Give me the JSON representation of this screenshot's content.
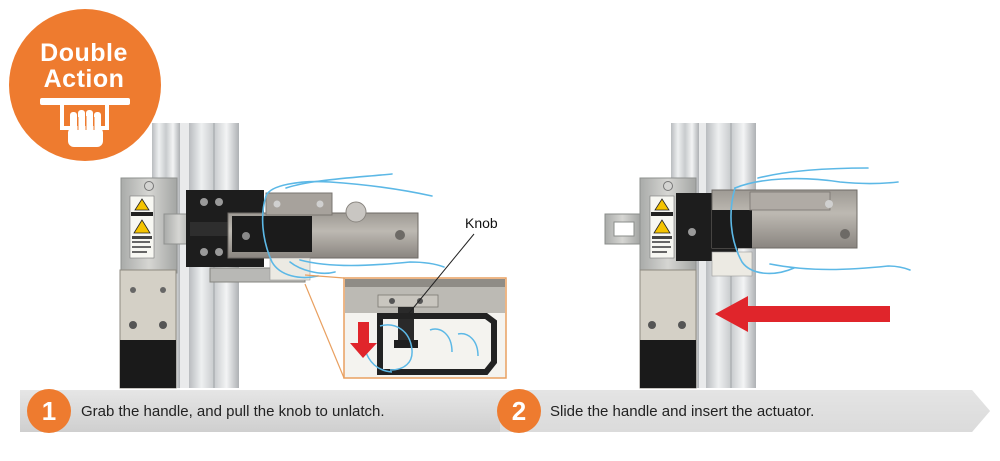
{
  "badge": {
    "line1": "Double",
    "line2": "Action",
    "color": "#EE7B2F"
  },
  "callout": {
    "label": "Knob",
    "frame_color": "#E9A060"
  },
  "steps": [
    {
      "number": "1",
      "text": "Grab the handle, and pull the knob to unlatch."
    },
    {
      "number": "2",
      "text": "Slide the handle and insert the actuator."
    }
  ],
  "colors": {
    "accent": "#EE7B2F",
    "arrow": "#E0252B",
    "hand_outline": "#5CB8E6",
    "bar": "#D9D9D9"
  },
  "icons": [
    "hand-pull-icon",
    "crush-hazard-label",
    "down-arrow-icon",
    "left-arrow-icon"
  ]
}
